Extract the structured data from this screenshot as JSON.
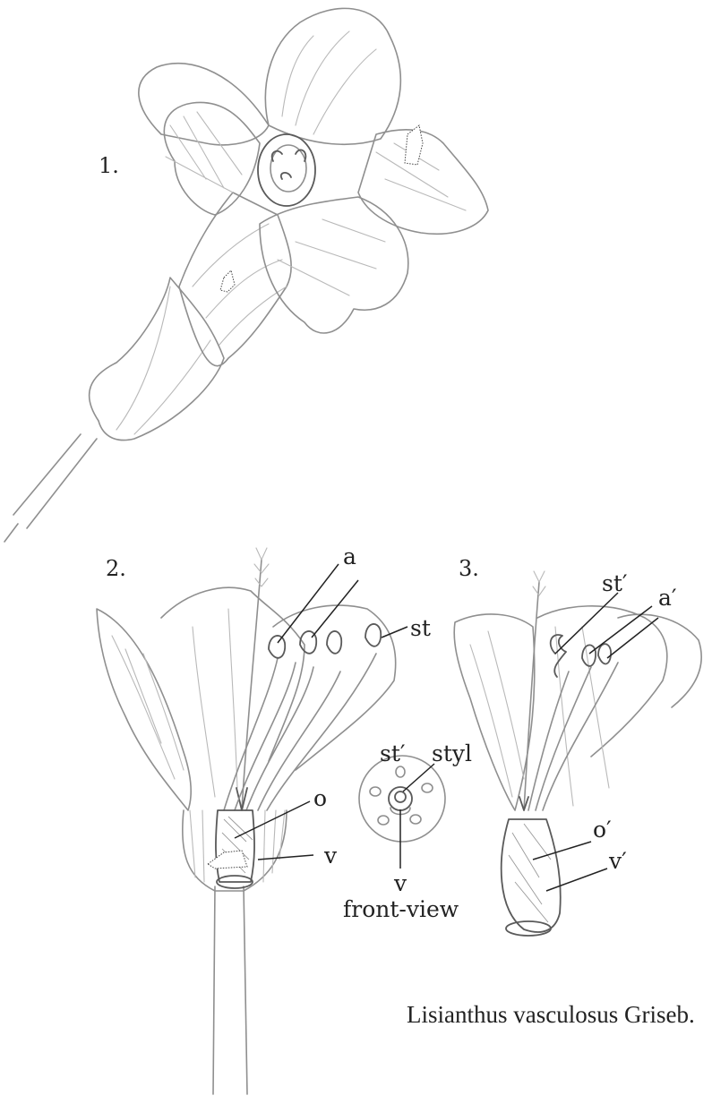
{
  "figures": {
    "fig1": {
      "number": "1."
    },
    "fig2": {
      "number": "2."
    },
    "fig3": {
      "number": "3."
    }
  },
  "labels": {
    "fig2_a": "a",
    "fig2_st": "st",
    "fig2_o": "o",
    "fig2_v": "v",
    "front_st_prime": "st′",
    "front_styl": "styl",
    "front_v": "v",
    "front_view": "front-view",
    "fig3_st_prime": "st′",
    "fig3_a_prime": "a′",
    "fig3_o_prime": "o′",
    "fig3_v_prime": "v′"
  },
  "caption": "Lisianthus vasculosus Griseb."
}
